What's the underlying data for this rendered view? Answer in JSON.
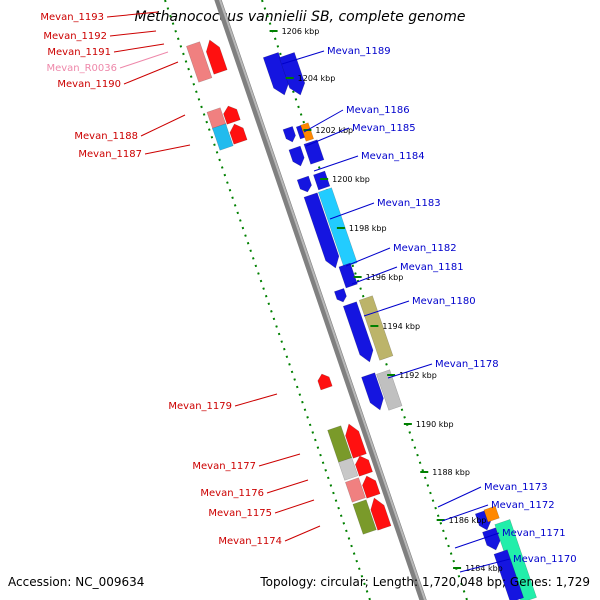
{
  "title": "Methanococcus vannielii SB, complete genome",
  "footer": {
    "accession": "Accession: NC_009634",
    "summary": "Topology: circular; Length: 1,720,048 bp; Genes: 1,729"
  },
  "colors": {
    "left_label": "#cc0000",
    "right_label": "#0000cc",
    "rna_label": "#ee88aa",
    "backbone": "#808080",
    "dotted": "#008000"
  },
  "ticks": [
    "1206 kbp",
    "1204 kbp",
    "1202 kbp",
    "1200 kbp",
    "1198 kbp",
    "1196 kbp",
    "1194 kbp",
    "1192 kbp",
    "1190 kbp",
    "1188 kbp",
    "1186 kbp",
    "1184 kbp"
  ],
  "genes_left": [
    {
      "name": "Mevan_1193"
    },
    {
      "name": "Mevan_1192"
    },
    {
      "name": "Mevan_1191"
    },
    {
      "name": "Mevan_R0036"
    },
    {
      "name": "Mevan_1190"
    },
    {
      "name": "Mevan_1188"
    },
    {
      "name": "Mevan_1187"
    },
    {
      "name": "Mevan_1179"
    },
    {
      "name": "Mevan_1177"
    },
    {
      "name": "Mevan_1176"
    },
    {
      "name": "Mevan_1175"
    },
    {
      "name": "Mevan_1174"
    }
  ],
  "genes_right": [
    {
      "name": "Mevan_1189"
    },
    {
      "name": "Mevan_1186"
    },
    {
      "name": "Mevan_1185"
    },
    {
      "name": "Mevan_1184"
    },
    {
      "name": "Mevan_1183"
    },
    {
      "name": "Mevan_1182"
    },
    {
      "name": "Mevan_1181"
    },
    {
      "name": "Mevan_1180"
    },
    {
      "name": "Mevan_1178"
    },
    {
      "name": "Mevan_1173"
    },
    {
      "name": "Mevan_1172"
    },
    {
      "name": "Mevan_1171"
    },
    {
      "name": "Mevan_1170"
    }
  ]
}
